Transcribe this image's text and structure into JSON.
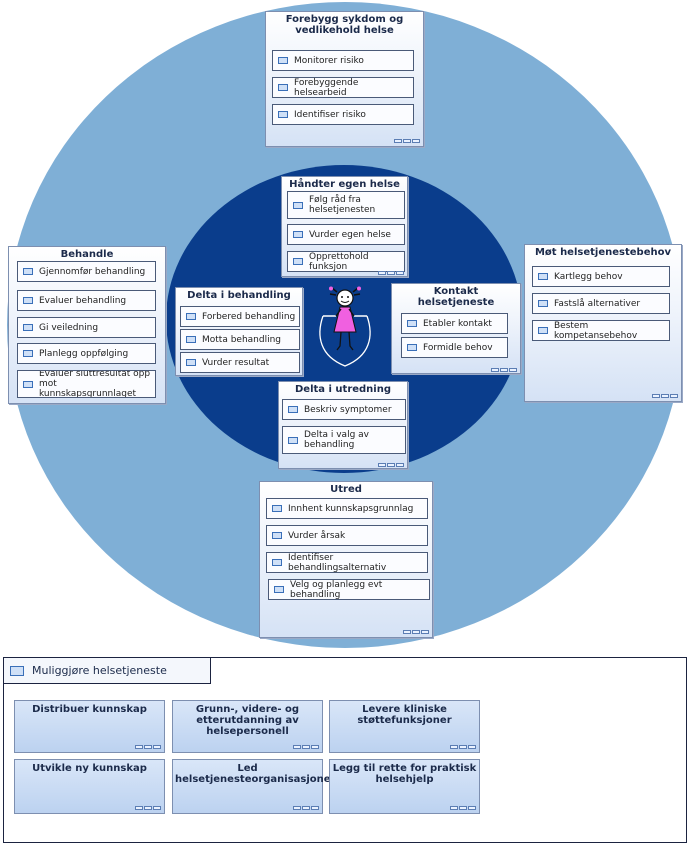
{
  "top": {
    "title": "Forebygg sykdom og vedlikehold helse",
    "items": [
      "Monitorer risiko",
      "Forebyggende helsearbeid",
      "Identifiser risiko"
    ]
  },
  "left": {
    "title": "Behandle",
    "items": [
      "Gjennomfør behandling",
      "Evaluer behandling",
      "Gi veiledning",
      "Planlegg oppfølging",
      "Evaluer sluttresultat opp mot kunnskapsgrunnlaget"
    ]
  },
  "right": {
    "title": "Møt helsetjenestebehov",
    "items": [
      "Kartlegg behov",
      "Fastslå alternativer",
      "Bestem kompetansebehov"
    ]
  },
  "bottom": {
    "title": "Utred",
    "items": [
      "Innhent kunnskapsgrunnlag",
      "Vurder årsak",
      "Identifiser behandlingsalternativ",
      "Velg og planlegg evt behandling"
    ]
  },
  "inner_top": {
    "title": "Håndter egen helse",
    "items": [
      "Følg råd fra helsetjenesten",
      "Vurder egen helse",
      "Opprettohold funksjon"
    ]
  },
  "inner_left": {
    "title": "Delta i behandling",
    "items": [
      "Forbered behandling",
      "Motta behandling",
      "Vurder resultat"
    ]
  },
  "inner_right": {
    "title": "Kontakt helsetjeneste",
    "items": [
      "Etabler kontakt",
      "Formidle behov"
    ]
  },
  "inner_bottom": {
    "title": "Delta i utredning",
    "items": [
      "Beskriv symptomer",
      "Delta i valg av behandling"
    ]
  },
  "panel": {
    "title": "Muliggjøre helsetjeneste",
    "capabilities": [
      "Distribuer kunnskap",
      "Grunn-, videre- og etterutdanning av helsepersonell",
      "Levere kliniske støttefunksjoner",
      "Utvikle ny kunnskap",
      "Led helsetjenesteorganisasjoner",
      "Legg til rette for praktisk helsehjelp"
    ]
  },
  "colors": {
    "outer_circle": "#7fafd6",
    "inner_circle": "#0a3d8c",
    "figure_dress": "#f060e0"
  }
}
